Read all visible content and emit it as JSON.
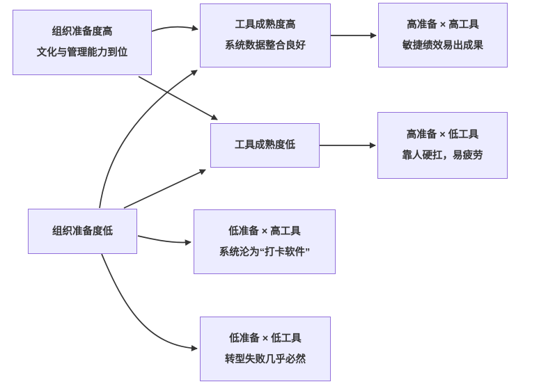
{
  "diagram": {
    "type": "flowchart",
    "colors": {
      "page_bg": "#ffffff",
      "node_fill": "#ECECFF",
      "node_border": "#9370DB",
      "text": "#333333",
      "arrow": "#333333"
    },
    "nodes": [
      {
        "id": "org-high",
        "lines": [
          "组织准备度高",
          "文化与管理能力到位"
        ]
      },
      {
        "id": "tool-high",
        "lines": [
          "工具成熟度高",
          "系统数据整合良好"
        ]
      },
      {
        "id": "high-high",
        "lines": [
          "高准备 × 高工具",
          "敏捷绩效易出成果"
        ]
      },
      {
        "id": "tool-low",
        "lines": [
          "工具成熟度低"
        ]
      },
      {
        "id": "high-low",
        "lines": [
          "高准备 × 低工具",
          "靠人硬扛，易疲劳"
        ]
      },
      {
        "id": "org-low",
        "lines": [
          "组织准备度低"
        ]
      },
      {
        "id": "low-high",
        "lines": [
          "低准备 × 高工具",
          "系统沦为“打卡软件”"
        ]
      },
      {
        "id": "low-low",
        "lines": [
          "低准备 × 低工具",
          "转型失败几乎必然"
        ]
      }
    ],
    "edges": [
      {
        "from": "org-high",
        "to": "tool-high"
      },
      {
        "from": "tool-high",
        "to": "high-high"
      },
      {
        "from": "org-high",
        "to": "tool-low"
      },
      {
        "from": "org-low",
        "to": "tool-high"
      },
      {
        "from": "org-low",
        "to": "tool-low"
      },
      {
        "from": "tool-low",
        "to": "high-low"
      },
      {
        "from": "org-low",
        "to": "low-high"
      },
      {
        "from": "org-low",
        "to": "low-low"
      }
    ]
  }
}
